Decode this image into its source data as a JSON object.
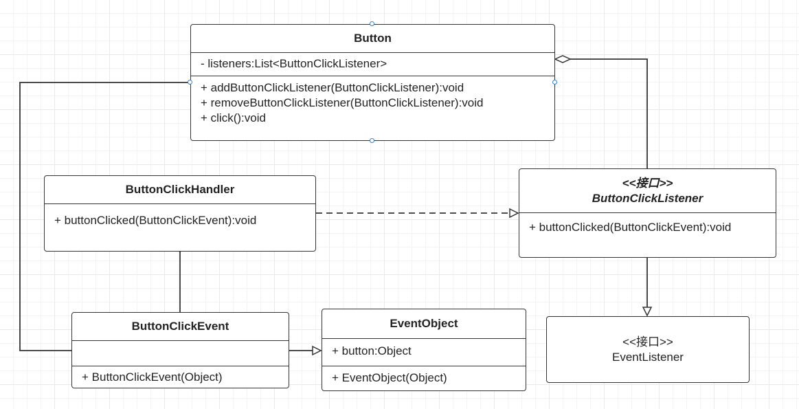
{
  "classes": {
    "button": {
      "name": "Button",
      "attributes": [
        "- listeners:List<ButtonClickListener>"
      ],
      "methods": [
        "+ addButtonClickListener(ButtonClickListener):void",
        "+ removeButtonClickListener(ButtonClickListener):void",
        "+ click():void"
      ]
    },
    "button_click_handler": {
      "name": "ButtonClickHandler",
      "methods": [
        "+ buttonClicked(ButtonClickEvent):void"
      ]
    },
    "button_click_listener": {
      "stereotype": "<<接口>>",
      "name": "ButtonClickListener",
      "methods": [
        "+ buttonClicked(ButtonClickEvent):void"
      ]
    },
    "button_click_event": {
      "name": "ButtonClickEvent",
      "attributes": [],
      "methods": [
        "+ ButtonClickEvent(Object)"
      ]
    },
    "event_object": {
      "name": "EventObject",
      "attributes": [
        "+ button:Object"
      ],
      "methods": [
        "+ EventObject(Object)"
      ]
    },
    "event_listener": {
      "stereotype": "<<接口>>",
      "name": "EventListener"
    }
  },
  "colors": {
    "line": "#333333",
    "box_border": "#333333",
    "selection_handle": "#2f7fd6"
  }
}
